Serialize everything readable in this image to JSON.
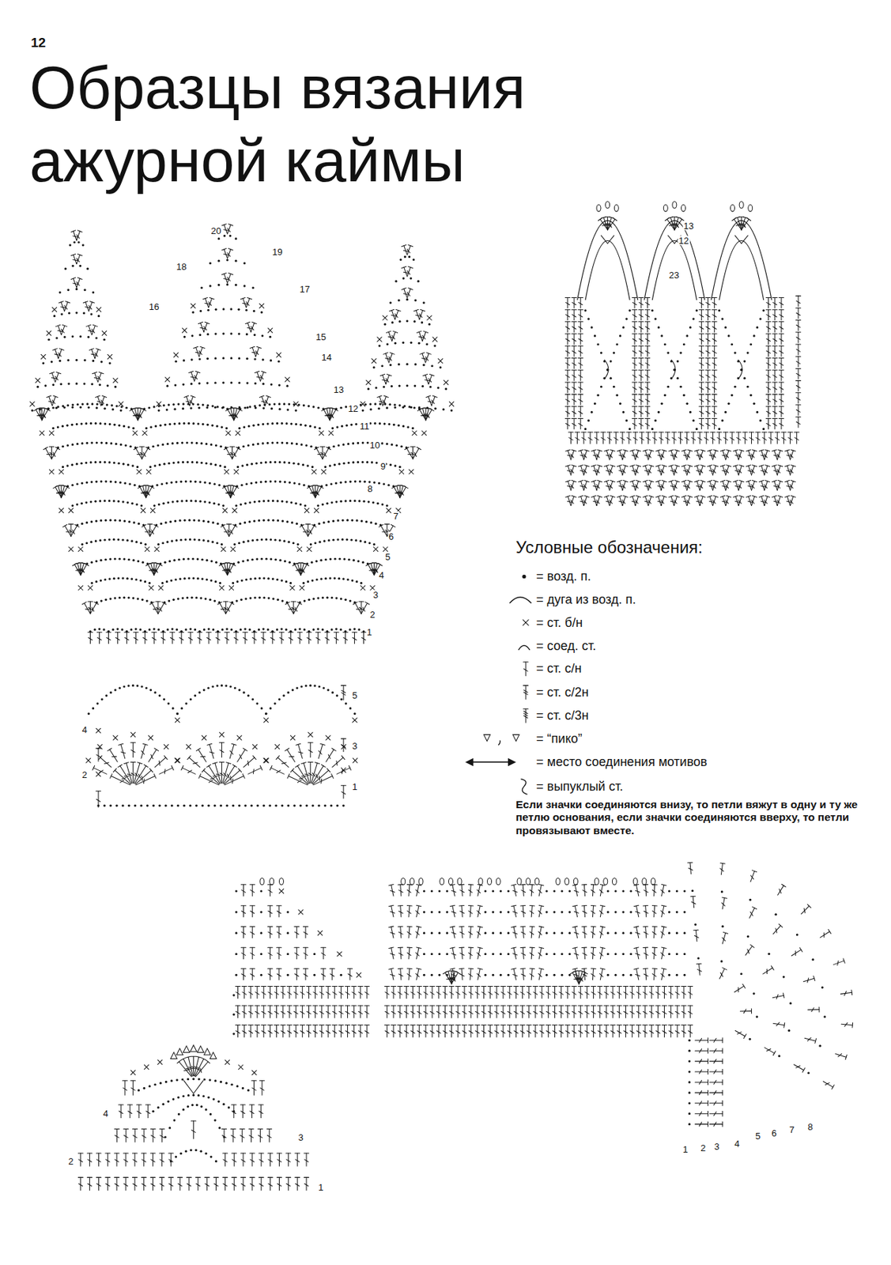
{
  "diagram": {
    "title": "Образцы вязания ажурной каймы",
    "labels": [
      "12",
      "Условные обозначения:",
      "Если значки соединяются внизу, то петли вяжут в одну и ту же петлю основания, если значки соединяются вверху, то петли провязывают вместе.",
      "1",
      "2",
      "3",
      "4",
      "5",
      "6",
      "7",
      "8",
      "9",
      "10",
      "11",
      "12",
      "13",
      "14",
      "15",
      "16",
      "17",
      "18",
      "19",
      "20",
      "13",
      "12",
      "23",
      "5",
      "4",
      "3",
      "2",
      "1",
      "4",
      "3",
      "2",
      "1",
      "1",
      "2",
      "3",
      "4",
      "5",
      "6",
      "7",
      "8"
    ],
    "legend": [
      {
        "text": "= возд. п."
      },
      {
        "text": "= дуга из возд. п."
      },
      {
        "text": "= ст. б/н"
      },
      {
        "text": "= соед. ст."
      },
      {
        "text": "= ст. с/н"
      },
      {
        "text": "= ст. с/2н"
      },
      {
        "text": "= ст. с/3н"
      },
      {
        "text": "= “пико”"
      },
      {
        "text": "= место соединения мотивов"
      },
      {
        "text": "= выпуклый ст."
      }
    ]
  }
}
